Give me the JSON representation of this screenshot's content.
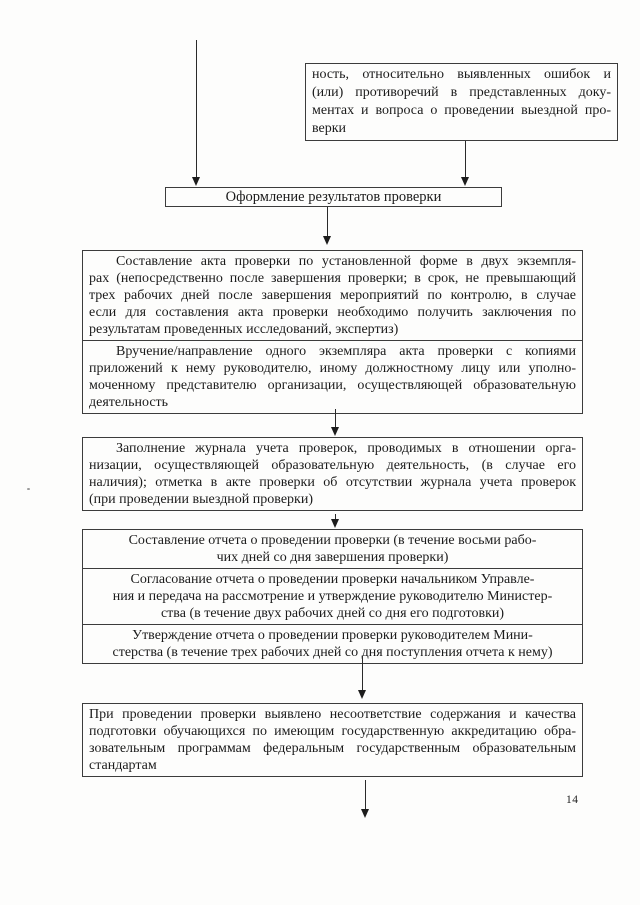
{
  "page": {
    "number": "14"
  },
  "boxes": {
    "carryover": {
      "lines": [
        "ность, относительно выявленных ошибок и",
        "(или) противоречий в представленных доку-",
        "ментах и вопроса о проведении выездной про-",
        "верки"
      ]
    },
    "stage_header": {
      "label": "Оформление результатов проверки"
    },
    "act": {
      "sections": [
        {
          "lines": [
            "Составление акта проверки по установленной форме в двух экземпля-",
            "рах (непосредственно после завершения проверки; в срок, не превышающий",
            "трех рабочих дней после завершения мероприятий по контролю, в случае",
            "если для составления акта проверки необходимо получить заключения по",
            "результатам проведенных исследований, экспертиз)"
          ]
        },
        {
          "lines": [
            "Вручение/направление одного экземпляра акта проверки с копиями",
            "приложений к нему руководителю, иному должностному лицу или уполно-",
            "моченному представителю организации, осуществляющей образовательную",
            "деятельность"
          ]
        }
      ]
    },
    "journal": {
      "lines": [
        "Заполнение журнала учета проверок, проводимых в отношении орга-",
        "низации, осуществляющей образовательную деятельность, (в случае его",
        "наличия); отметка в акте проверки об отсутствии  журнала учета проверок",
        "(при проведении выездной проверки)"
      ]
    },
    "report": {
      "sections": [
        {
          "lines": [
            "Составление отчета о проведении проверки (в течение восьми рабо-",
            "чих дней со дня завершения проверки)"
          ]
        },
        {
          "lines": [
            "Согласование отчета о проведении проверки начальником Управле-",
            "ния и передача на рассмотрение и утверждение руководителю Министер-",
            "ства (в течение двух рабочих дней со дня его подготовки)"
          ]
        },
        {
          "lines": [
            "Утверждение отчета о проведении проверки руководителем Мини-",
            "стерства (в течение трех рабочих дней со дня поступления отчета к нему)"
          ]
        }
      ]
    },
    "noncompliance": {
      "lines": [
        "При проведении проверки выявлено несоответствие содержания и качества",
        "подготовки обучающихся по имеющим государственную аккредитацию обра-",
        "зовательным программам федеральным государственным образовательным",
        "стандартам"
      ]
    }
  }
}
